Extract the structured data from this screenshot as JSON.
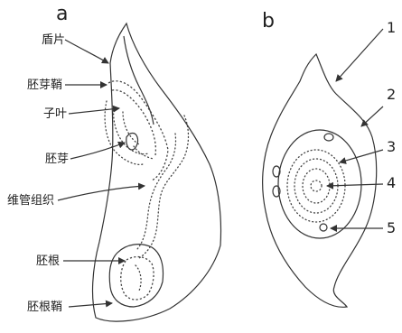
{
  "panel_a": {
    "letter": "a",
    "labels": [
      "盾片",
      "胚芽鞘",
      "子叶",
      "胚芽",
      "维管组织",
      "胚根",
      "胚根鞘"
    ]
  },
  "panel_b": {
    "letter": "b",
    "numbers": [
      "1",
      "2",
      "3",
      "4",
      "5"
    ]
  }
}
